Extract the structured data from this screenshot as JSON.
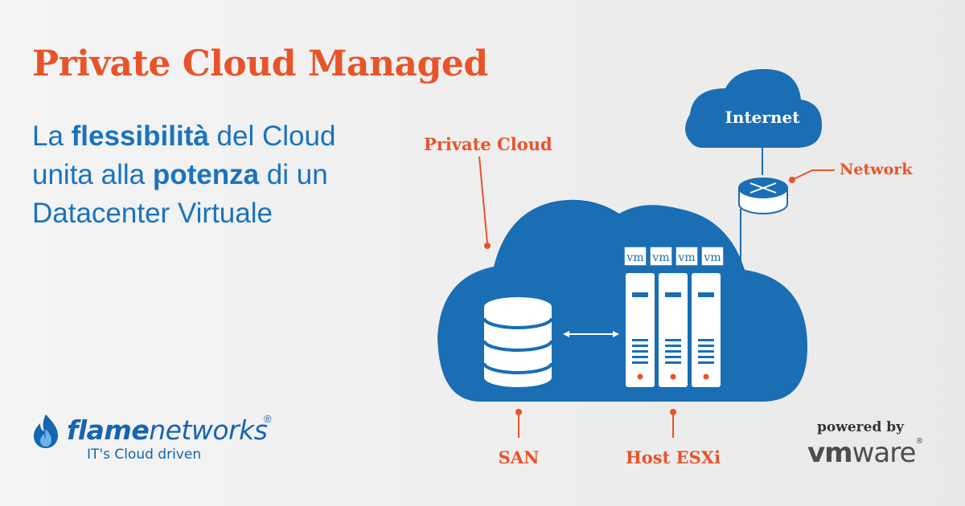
{
  "title": "Private Cloud Managed",
  "tagline": {
    "line1_pre": "La ",
    "line1_bold": "flessibilità",
    "line1_post": " del Cloud",
    "line2_pre": "unita alla ",
    "line2_bold": "potenza",
    "line2_post": " di un",
    "line3": "Datacenter Virtuale"
  },
  "diagram": {
    "private_cloud_label": "Private Cloud",
    "internet_label": "Internet",
    "network_label": "Network",
    "san_label": "SAN",
    "host_label": "Host ESXi",
    "vm_label": "vm"
  },
  "logo": {
    "brand_bold": "flame",
    "brand_light": "networks",
    "registered": "®",
    "slogan": "IT's Cloud driven"
  },
  "powered": {
    "text": "powered by",
    "vm": "vm",
    "ware": "ware",
    "registered": "®"
  },
  "colors": {
    "orange": "#e8542a",
    "blue": "#1a73bd",
    "cloud_blue": "#1a6eb4",
    "background": "#efefef"
  }
}
